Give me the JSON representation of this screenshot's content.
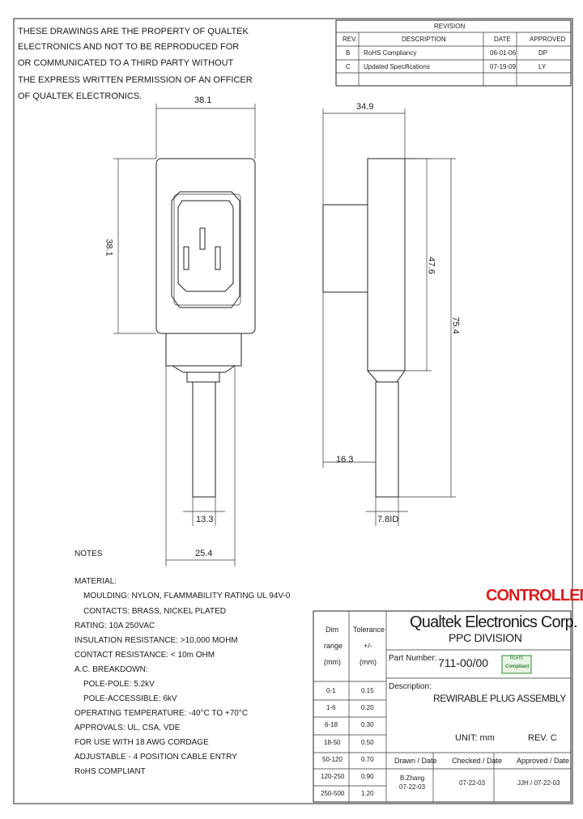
{
  "disclaimer": [
    "THESE DRAWINGS ARE THE PROPERTY OF QUALTEK",
    "ELECTRONICS AND NOT TO BE REPRODUCED FOR",
    "OR COMMUNICATED TO A THIRD PARTY WITHOUT",
    "THE EXPRESS WRITTEN PERMISSION OF AN OFFICER",
    "OF QUALTEK ELECTRONICS."
  ],
  "revision": {
    "title": "REVISION",
    "headers": [
      "REV.",
      "DESCRIPTION",
      "DATE",
      "APPROVED"
    ],
    "rows": [
      [
        "B",
        "RoHS Compliancy",
        "06-01-06",
        "DP"
      ],
      [
        "C",
        "Updated Specifications",
        "07-19-09",
        "LY"
      ]
    ]
  },
  "dimensions": {
    "front_width": "38.1",
    "front_height": "38.1",
    "cable_diameter": "13.3",
    "overall_width": "25.4",
    "side_width": "34.9",
    "side_body_height": "47.6",
    "side_total_height": "75.4",
    "side_offset": "16.3",
    "side_cable_diameter": "7.8ID"
  },
  "notes": {
    "heading": "NOTES",
    "lines": [
      "MATERIAL:",
      "MOULDING: NYLON, FLAMMABILITY RATING UL 94V-0",
      "CONTACTS: BRASS, NICKEL PLATED",
      "RATING: 10A 250VAC",
      "INSULATION RESISTANCE: >10,000 MOHM",
      "CONTACT RESISTANCE: < 10m OHM",
      "A.C. BREAKDOWN:",
      "POLE-POLE: 5.2kV",
      "POLE-ACCESSIBLE: 6kV",
      "OPERATING TEMPERATURE: -40°C TO +70°C",
      "APPROVALS: UL, CSA, VDE",
      "FOR USE WITH 18 AWG CORDAGE",
      "ADJUSTABLE - 4 POSITION CABLE ENTRY",
      "RoHS COMPLIANT"
    ]
  },
  "controlled": "CONTROLLED",
  "colors": {
    "controlled": "#d81e1e",
    "rohs_badge": "#2e8b2e",
    "line": "#222222"
  },
  "title_block": {
    "company": "Qualtek Electronics Corp.",
    "division": "PPC DIVISION",
    "part_number_label": "Part Number:",
    "part_number": "711-00/00",
    "rohs_badge": [
      "RoHS",
      "Compliant"
    ],
    "description_label": "Description:",
    "description": "REWIRABLE PLUG ASSEMBLY",
    "unit": "UNIT: mm",
    "rev": "REV. C",
    "drawn_label": "Drawn / Date",
    "checked_label": "Checked / Date",
    "approved_label": "Approved / Date",
    "drawn_by": "B.Zhang",
    "drawn_date": "07-22-03",
    "checked_date": "07-22-03",
    "approved": "JJH / 07-22-03"
  },
  "tolerance": {
    "dim_header": [
      "Dim",
      "range",
      "(mm)"
    ],
    "tol_header": [
      "Tolerance",
      "+/-",
      "(mm)"
    ],
    "rows": [
      [
        "0-1",
        "0.15"
      ],
      [
        "1-6",
        "0.20"
      ],
      [
        "6-18",
        "0.30"
      ],
      [
        "18-50",
        "0.50"
      ],
      [
        "50-120",
        "0.70"
      ],
      [
        "120-250",
        "0.90"
      ],
      [
        "250-500",
        "1.20"
      ]
    ]
  }
}
